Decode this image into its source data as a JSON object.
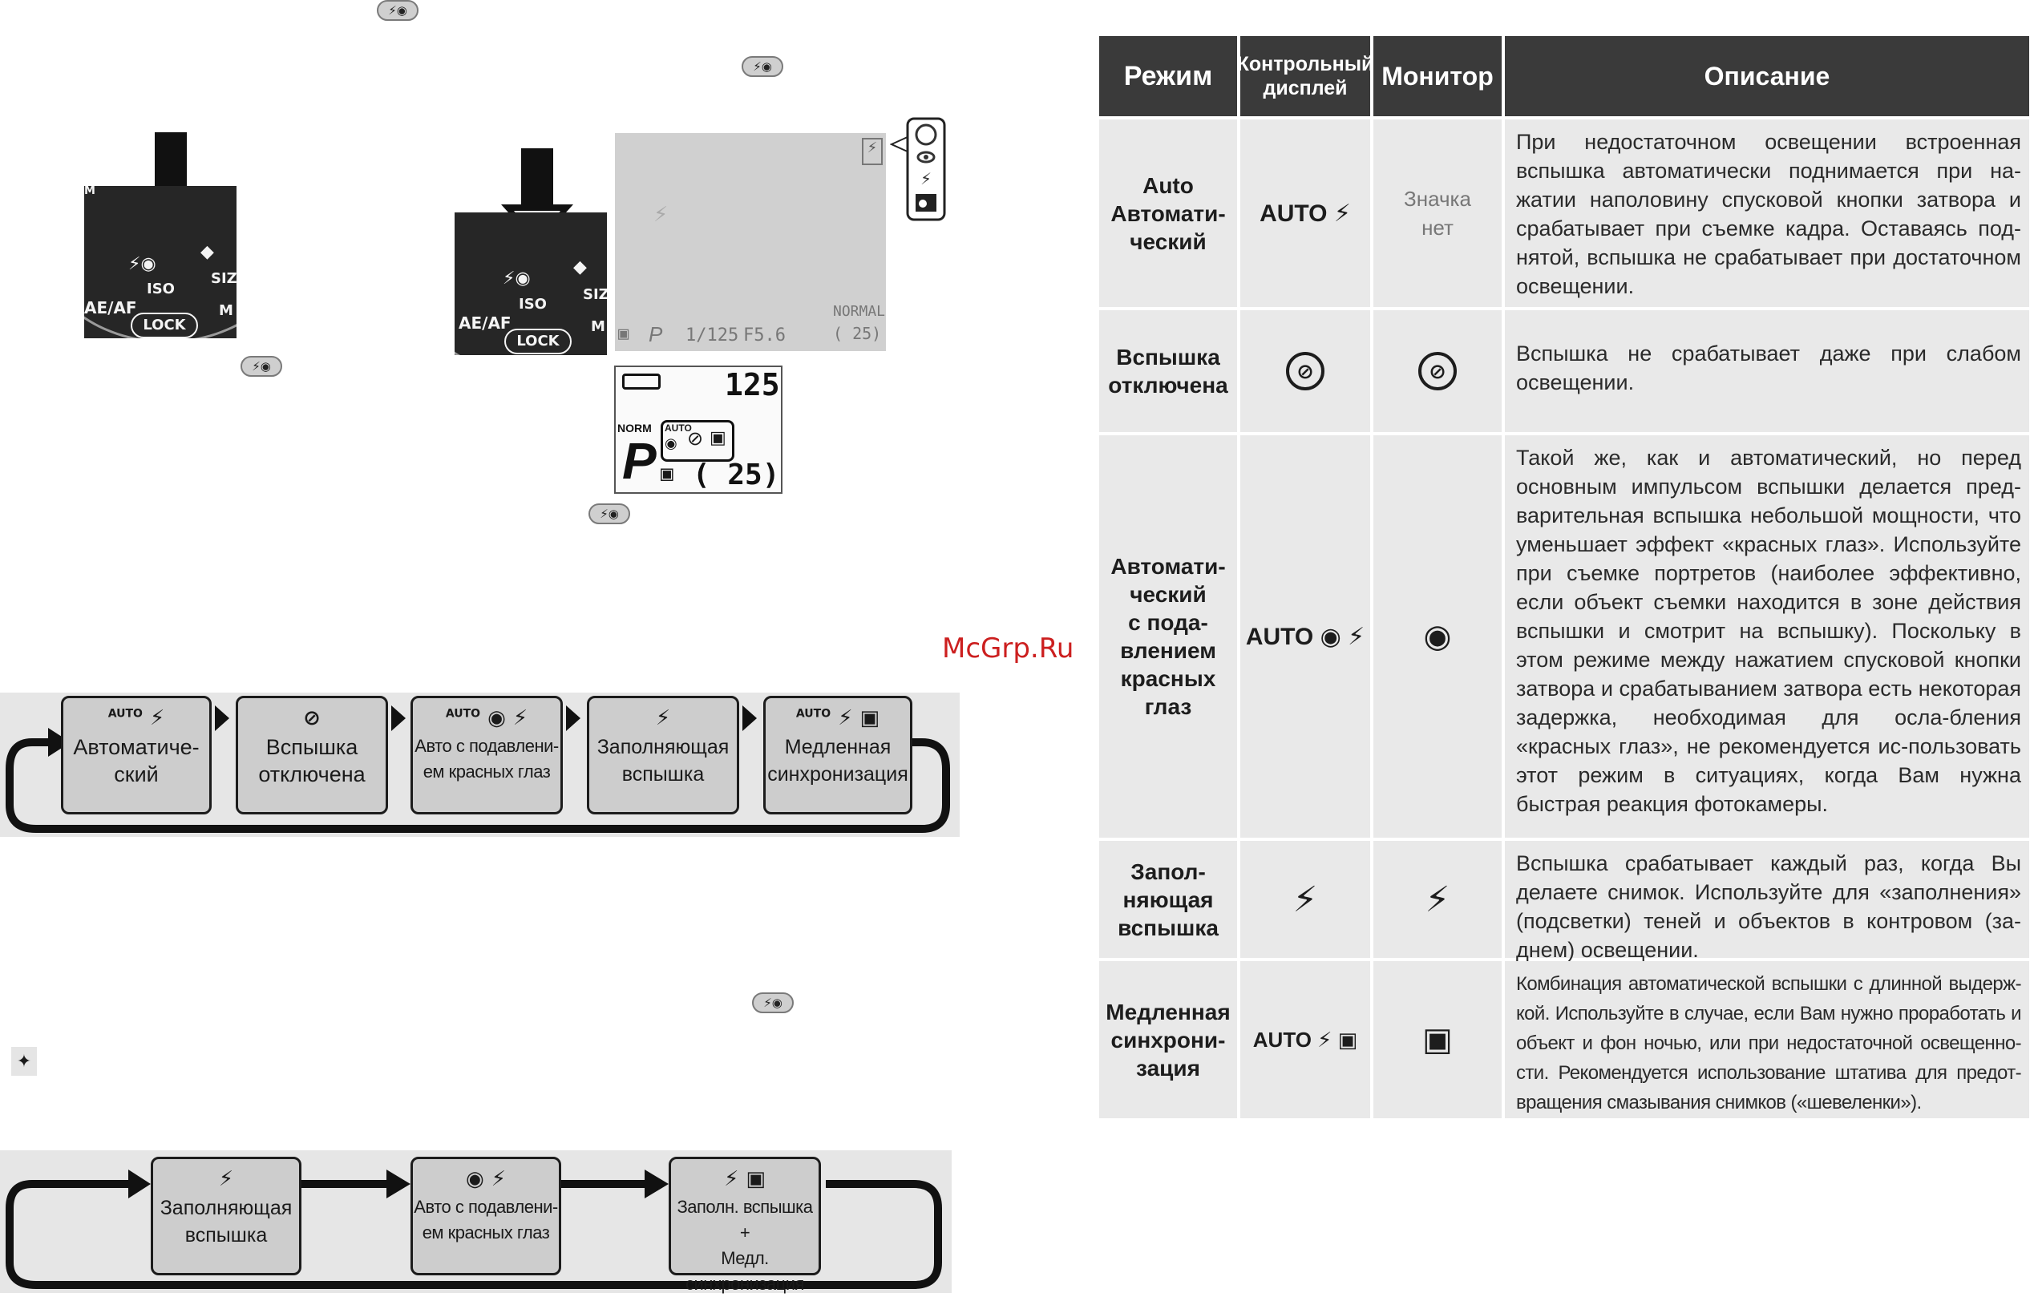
{
  "watermark": "McGrp.Ru",
  "left_icons": {
    "mode_button_symbol": "⚡◉"
  },
  "dial_labels": {
    "ae_af": "AE/AF",
    "lock": "LOCK",
    "iso": "ISO",
    "siz": "SIZ",
    "m": "M",
    "mm": "M"
  },
  "monitor_preview": {
    "mode": "P",
    "shutter": "1/125",
    "aperture": "F5.6",
    "quality": "NORMAL",
    "frames": "( 25)",
    "flash_icon": "⚡"
  },
  "control_panel": {
    "number": "125",
    "norm": "NORM",
    "mode": "P",
    "auto": "AUTO",
    "frames": "( 25)"
  },
  "flow1": {
    "boxes": [
      {
        "icon": "⚡",
        "auto": "AUTO",
        "label1": "Автоматиче-",
        "label2": "ский"
      },
      {
        "icon": "⊘",
        "auto": "",
        "label1": "Вспышка",
        "label2": "отключена"
      },
      {
        "icon": "◉ ⚡",
        "auto": "AUTO",
        "label1": "Авто с подавлени-",
        "label2": "ем красных глаз"
      },
      {
        "icon": "⚡",
        "auto": "",
        "label1": "Заполняющая",
        "label2": "вспышка"
      },
      {
        "icon": "⚡ ▣",
        "auto": "AUTO",
        "label1": "Медленная",
        "label2": "синхронизация"
      }
    ]
  },
  "flow2": {
    "boxes": [
      {
        "icon": "⚡",
        "label1": "Заполняющая",
        "label2": "вспышка"
      },
      {
        "icon": "◉ ⚡",
        "label1": "Авто с подавлени-",
        "label2": "ем красных глаз"
      },
      {
        "icon": "⚡ ▣",
        "label1": "Заполн. вспышка +",
        "label2": "Медл. синхронизация"
      }
    ]
  },
  "table": {
    "headers": [
      "Режим",
      "Контрольный дисплей",
      "Монитор",
      "Описание"
    ],
    "rows": [
      {
        "mode": "Auto Автомати-ческий",
        "mode_lines": [
          "Auto",
          "Автомати-",
          "ческий"
        ],
        "control": "AUTO ⚡",
        "monitor": "Значка нет",
        "monitor_lines": [
          "Значка",
          "нет"
        ],
        "description": "При недостаточном освещении встроенная вспышка автоматически поднимается при на-жатии наполовину спусковой кнопки затвора и срабатывает при съемке кадра. Оставаясь под-нятой, вспышка не срабатывает при достаточном освещении."
      },
      {
        "mode_lines": [
          "Вспышка",
          "отключена"
        ],
        "control": "⊘",
        "monitor": "⊘",
        "description": "Вспышка не срабатывает даже при слабом освещении."
      },
      {
        "mode_lines": [
          "Автомати-",
          "ческий",
          "с пода-",
          "влением",
          "красных",
          "глаз"
        ],
        "control": "AUTO ◉ ⚡",
        "monitor": "◉",
        "description": "Такой же, как и автоматический, но перед основным импульсом вспышки делается пред-варительная вспышка небольшой мощности, что уменьшает эффект «красных глаз». Используйте при съемке портретов (наиболее эффективно, если объект съемки находится в зоне действия вспышки и смотрит на вспышку). Поскольку в этом режиме между нажатием спусковой кнопки затвора и срабатыванием затвора есть некоторая задержка, необходимая для осла-бления «красных глаз», не рекомендуется ис-пользовать этот режим в ситуациях, когда Вам нужна быстрая реакция фотокамеры."
      },
      {
        "mode_lines": [
          "Запол-",
          "няющая",
          "вспышка"
        ],
        "control": "⚡",
        "monitor": "⚡",
        "description": "Вспышка срабатывает каждый раз, когда Вы делаете снимок. Используйте для «заполнения» (подсветки) теней и объектов в контровом (за-днем) освещении."
      },
      {
        "mode_lines": [
          "Медленная",
          "синхрони-",
          "зация"
        ],
        "control": "AUTO ⚡ ▣",
        "monitor": "▣",
        "description": "Комбинация автоматической вспышки с длинной выдерж-кой. Используйте в случае, если Вам нужно проработать и объект и фон ночью, или при недостаточной освещенно-сти. Рекомендуется использование штатива для предот-вращения смазывания снимков («шевеленки»)."
      }
    ]
  }
}
